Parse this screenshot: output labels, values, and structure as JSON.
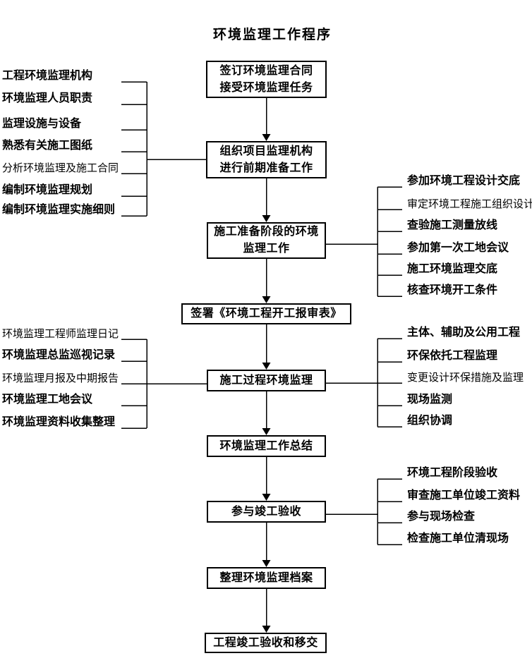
{
  "title": "环境监理工作程序",
  "colors": {
    "ink": "#000000",
    "background": "#ffffff"
  },
  "flow_boxes": [
    {
      "label": "签订环境监理合同\n接受环境监理任务"
    },
    {
      "label": "组织项目监理机构\n进行前期准备工作"
    },
    {
      "label": "施工准备阶段的环境\n监理工作"
    },
    {
      "label": "签署《环境工程开工报审表》"
    },
    {
      "label": "施工过程环境监理"
    },
    {
      "label": "环境监理工作总结"
    },
    {
      "label": "参与竣工验收"
    },
    {
      "label": "整理环境监理档案"
    },
    {
      "label": "工程竣工验收和移交"
    }
  ],
  "left_groups": [
    {
      "items": [
        {
          "label": "工程环境监理机构",
          "emphasis": "bold"
        },
        {
          "label": "环境监理人员职责",
          "emphasis": "bold"
        },
        {
          "label": "监理设施与设备",
          "emphasis": "bold"
        },
        {
          "label": "熟悉有关施工图纸",
          "emphasis": "bold"
        },
        {
          "label": "分析环境监理及施工合同",
          "emphasis": "regular"
        },
        {
          "label": "编制环境监理规划",
          "emphasis": "bold"
        },
        {
          "label": "编制环境监理实施细则",
          "emphasis": "bold"
        }
      ]
    },
    {
      "items": [
        {
          "label": "环境监理工程师监理日记",
          "emphasis": "regular"
        },
        {
          "label": "环境监理总监巡视记录",
          "emphasis": "bold"
        },
        {
          "label": "环境监理月报及中期报告",
          "emphasis": "regular"
        },
        {
          "label": "环境监理工地会议",
          "emphasis": "bold"
        },
        {
          "label": "环境监理资料收集整理",
          "emphasis": "bold"
        }
      ]
    }
  ],
  "right_groups": [
    {
      "items": [
        {
          "label": "参加环境工程设计交底",
          "emphasis": "bold"
        },
        {
          "label": "审定环境工程施工组织设计",
          "emphasis": "regular"
        },
        {
          "label": "查验施工测量放线",
          "emphasis": "bold"
        },
        {
          "label": "参加第一次工地会议",
          "emphasis": "bold"
        },
        {
          "label": "施工环境监理交底",
          "emphasis": "bold"
        },
        {
          "label": "核查环境开工条件",
          "emphasis": "bold"
        }
      ]
    },
    {
      "items": [
        {
          "label": "主体、辅助及公用工程",
          "emphasis": "bold"
        },
        {
          "label": "环保依托工程监理",
          "emphasis": "bold"
        },
        {
          "label": "变更设计环保措施及监理",
          "emphasis": "regular"
        },
        {
          "label": "现场监测",
          "emphasis": "bold"
        },
        {
          "label": "组织协调",
          "emphasis": "bold"
        }
      ]
    },
    {
      "items": [
        {
          "label": "环境工程阶段验收",
          "emphasis": "bold"
        },
        {
          "label": "审查施工单位竣工资料",
          "emphasis": "bold"
        },
        {
          "label": "参与现场检查",
          "emphasis": "bold"
        },
        {
          "label": "检查施工单位清现场",
          "emphasis": "bold"
        }
      ]
    }
  ]
}
